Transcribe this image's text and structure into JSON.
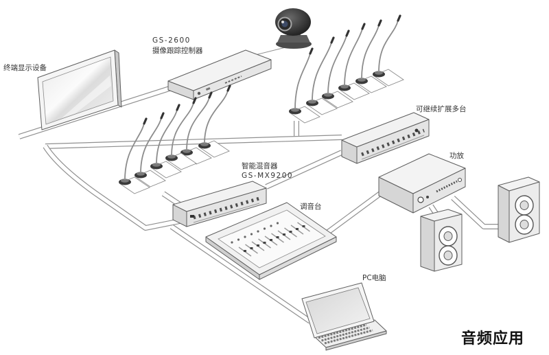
{
  "labels": {
    "controller_model": "GS-2600",
    "controller_name": "摄像跟踪控制器",
    "display": "终端显示设备",
    "expansion": "可继续扩展多台",
    "amplifier": "功放",
    "mixer_name": "智能混音器",
    "mixer_model": "GS-MX9200",
    "console": "调音台",
    "pc": "PC电脑",
    "caption": "音频应用"
  },
  "colors": {
    "cable_edge": "#8f8f8f",
    "device_stroke": "#5d5d5d",
    "background": "#ffffff"
  }
}
